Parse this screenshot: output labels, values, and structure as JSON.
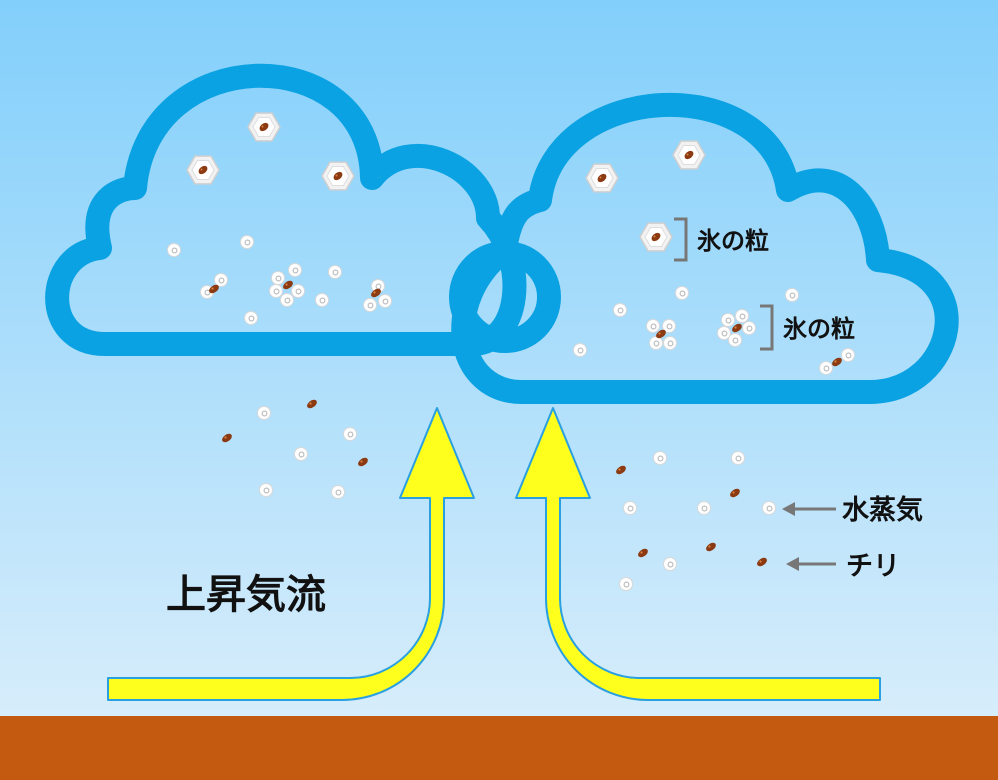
{
  "colors": {
    "sky_top": "#82cffb",
    "sky_bottom": "#d7edfb",
    "cloud_outline": "#0aa2e2",
    "ground": "#c45a10",
    "arrow_fill": "#ffff1e",
    "arrow_stroke": "#2aa0e0",
    "dust": "#8b3a12",
    "vapor": "#ffffff",
    "bracket": "#777777",
    "label_text": "#111111"
  },
  "labels": {
    "updraft": "上昇気流",
    "ice_particle": "氷の粒",
    "water_vapor": "水蒸気",
    "dust": "チリ"
  }
}
